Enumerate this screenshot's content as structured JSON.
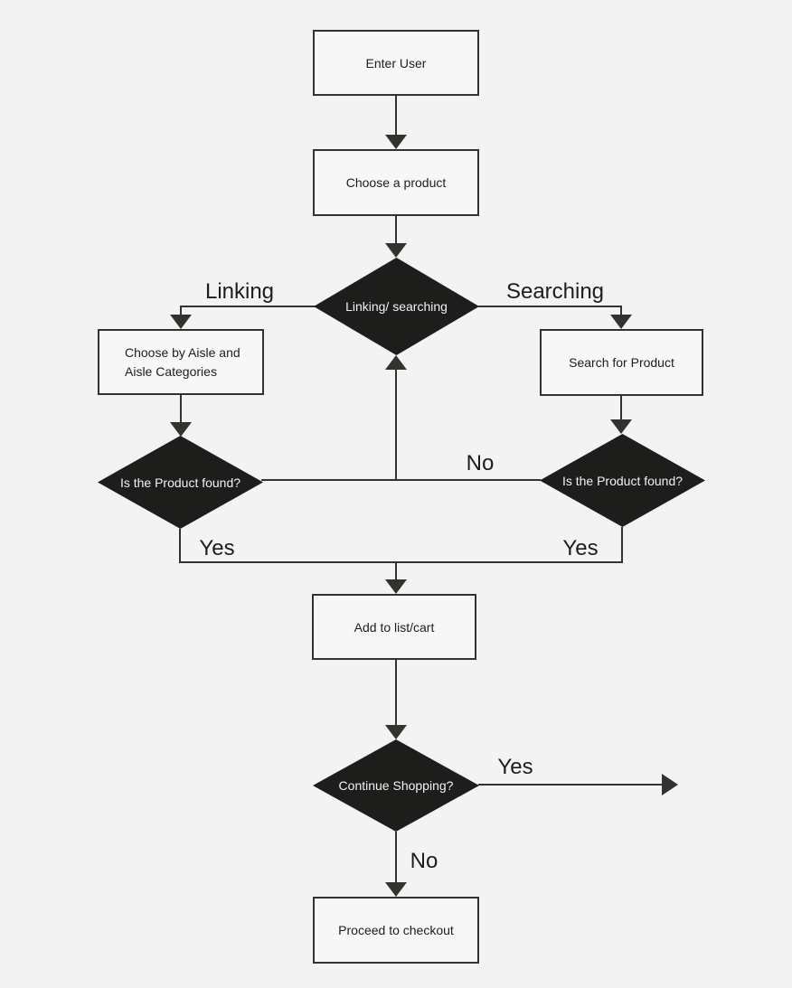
{
  "diagram": {
    "type": "flowchart",
    "background": "#f3f3f3",
    "colors": {
      "process_fill": "#f7f7f7",
      "process_border": "#33322f",
      "decision_fill": "#1d1d1b",
      "decision_text": "#f2f2f2",
      "connector": "#33322f",
      "text": "#1d1d1b"
    }
  },
  "nodes": {
    "enter_user": "Enter User",
    "choose_product": "Choose a product",
    "linking_searching": "Linking/ searching",
    "choose_aisle_line1": "Choose by Aisle and",
    "choose_aisle_line2": "Aisle Categories",
    "search_product": "Search for Product",
    "found_left": "Is the Product found?",
    "found_right": "Is the Product found?",
    "add_to_cart": "Add to list/cart",
    "continue_shopping": "Continue Shopping?",
    "proceed_checkout": "Proceed to checkout"
  },
  "edge_labels": {
    "linking": "Linking",
    "searching": "Searching",
    "no_back": "No",
    "yes_left": "Yes",
    "yes_right": "Yes",
    "continue_yes": "Yes",
    "continue_no": "No"
  }
}
